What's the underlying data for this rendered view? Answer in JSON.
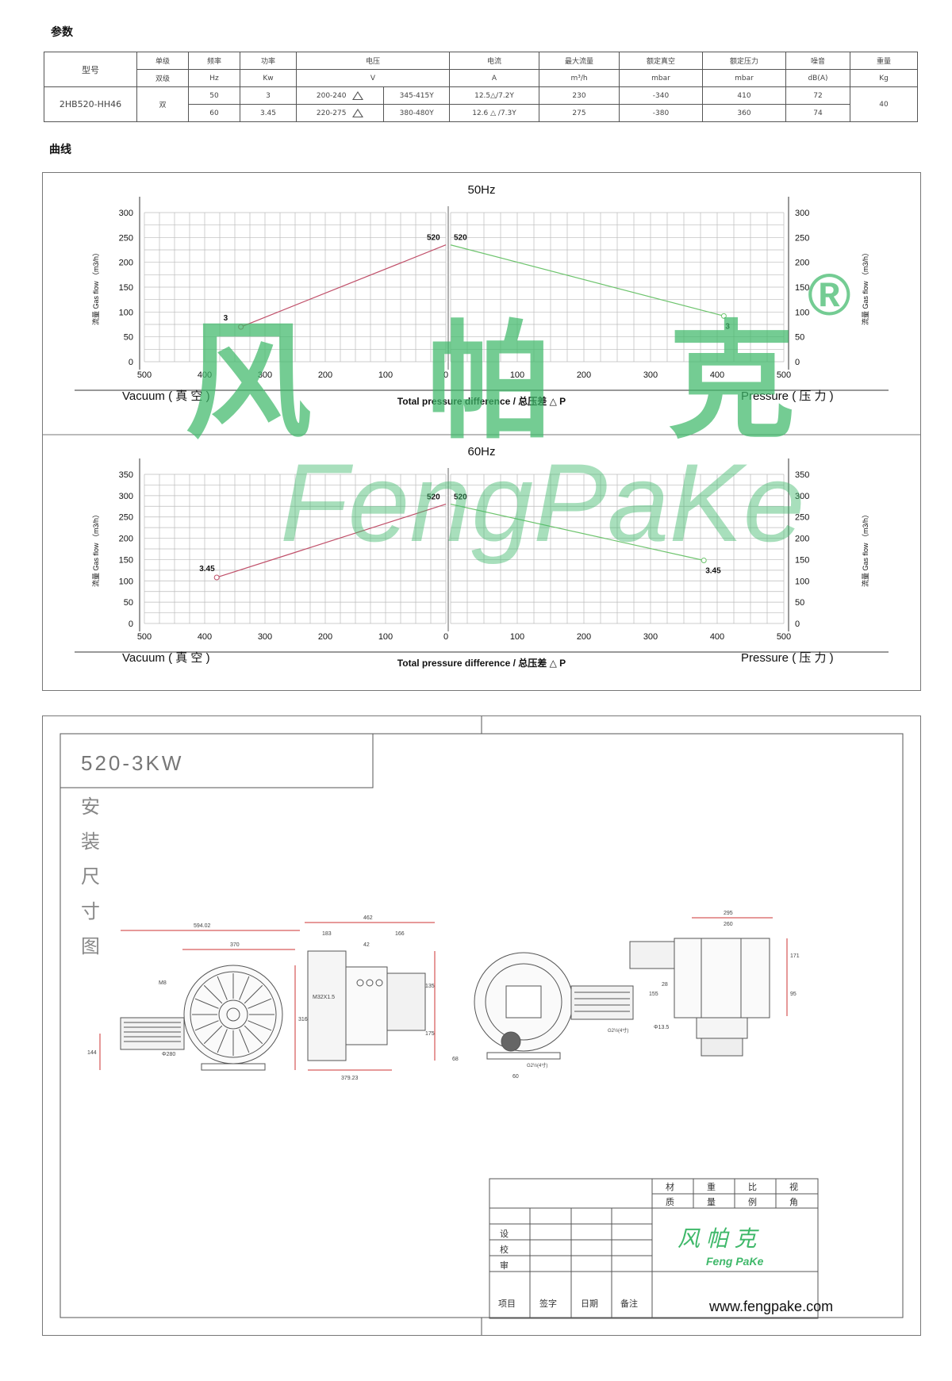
{
  "sections": {
    "params_title": "参数",
    "curve_title": "曲线"
  },
  "spec_table": {
    "header_row1": [
      "型号",
      "单级",
      "频率",
      "功率",
      "电压",
      "电流",
      "最大流量",
      "额定真空",
      "额定压力",
      "噪音",
      "重量"
    ],
    "header_row2": [
      "双级",
      "Hz",
      "Kw",
      "V",
      "A",
      "m³/h",
      "mbar",
      "mbar",
      "dB(A)",
      "Kg"
    ],
    "model": "2HB520-HH46",
    "stage": "双",
    "weight": "40",
    "rows": [
      {
        "hz": "50",
        "kw": "3",
        "v_delta": "200-240",
        "v_y": "345-415Y",
        "current": "12.5△/7.2Y",
        "flow": "230",
        "vacuum": "-340",
        "pressure": "410",
        "noise": "72"
      },
      {
        "hz": "60",
        "kw": "3.45",
        "v_delta": "220-275",
        "v_y": "380-480Y",
        "current": "12.6 △ /7.3Y",
        "flow": "275",
        "vacuum": "-380",
        "pressure": "360",
        "noise": "74"
      }
    ]
  },
  "chart_data": [
    {
      "type": "line",
      "title": "50Hz",
      "xlabel": "Total pressure difference / 总压差 △ P",
      "left_label": "Vacuum ( 真 空 )",
      "right_label": "Pressure ( 压 力 )",
      "ylabel": "流量 Gas flow （m3/h）",
      "x_ticks_left": [
        "500",
        "400",
        "300",
        "200",
        "100",
        "0"
      ],
      "x_ticks_right": [
        "100",
        "200",
        "300",
        "400",
        "500"
      ],
      "y_ticks": [
        "300",
        "250",
        "200",
        "150",
        "100",
        "50",
        "0"
      ],
      "ylim": [
        0,
        300
      ],
      "xlim": [
        0,
        500
      ],
      "series": [
        {
          "side": "vacuum",
          "color": "#c0506a",
          "points": [
            [
              0,
              235
            ],
            [
              340,
              70
            ]
          ],
          "labels": [
            "520",
            "3"
          ]
        },
        {
          "side": "pressure",
          "color": "#6ec46e",
          "points": [
            [
              0,
              235
            ],
            [
              410,
              92
            ]
          ],
          "labels": [
            "520",
            "3"
          ]
        }
      ]
    },
    {
      "type": "line",
      "title": "60Hz",
      "xlabel": "Total pressure difference / 总压差 △ P",
      "left_label": "Vacuum ( 真 空 )",
      "right_label": "Pressure ( 压 力 )",
      "ylabel": "流量 Gas flow （m3/h）",
      "x_ticks_left": [
        "500",
        "400",
        "300",
        "200",
        "100",
        "0"
      ],
      "x_ticks_right": [
        "100",
        "200",
        "300",
        "400",
        "500"
      ],
      "y_ticks": [
        "350",
        "300",
        "250",
        "200",
        "150",
        "100",
        "50",
        "0"
      ],
      "ylim": [
        0,
        350
      ],
      "xlim": [
        0,
        500
      ],
      "series": [
        {
          "side": "vacuum",
          "color": "#c0506a",
          "points": [
            [
              0,
              280
            ],
            [
              380,
              108
            ]
          ],
          "labels": [
            "520",
            "3.45"
          ]
        },
        {
          "side": "pressure",
          "color": "#6ec46e",
          "points": [
            [
              0,
              280
            ],
            [
              380,
              148
            ]
          ],
          "labels": [
            "520",
            "3.45"
          ]
        }
      ]
    }
  ],
  "watermark": {
    "cn": "风 帕 克",
    "en": "FengPaKe",
    "reg": "®",
    "color": "#3fb86a"
  },
  "drawing": {
    "title": "520-3KW",
    "vertical_caption": [
      "安",
      "装",
      "尺",
      "寸",
      "图"
    ],
    "dims_view1": {
      "overall": "594.02",
      "width": "370",
      "height": "316",
      "base": "144",
      "bolt": "M8",
      "dia": "Φ280"
    },
    "dims_view2": {
      "overall": "462",
      "left": "183",
      "right": "166",
      "top": "42",
      "thread": "M32X1.5",
      "h1": "135",
      "h2": "175",
      "bottom": "379.23"
    },
    "dims_view3": {
      "pipe": "G2½(4寸)",
      "pipe2": "G2½(4寸)",
      "foot": "60",
      "h": "68"
    },
    "dims_view4": {
      "w1": "295",
      "w2": "260",
      "h1": "171",
      "h2": "155",
      "h3": "28",
      "h4": "95",
      "hole": "Φ13.5"
    },
    "title_block": {
      "top_labels": [
        "材",
        "重",
        "比",
        "视"
      ],
      "top_labels2": [
        "质",
        "量",
        "例",
        "角"
      ],
      "left_labels": [
        "设",
        "校",
        "审"
      ],
      "bottom_labels": [
        "项目",
        "签字",
        "日期",
        "备注"
      ],
      "logo_cn": "风 帕 克",
      "logo_en": "Feng PaKe",
      "website": "www.fengpake.com"
    }
  }
}
